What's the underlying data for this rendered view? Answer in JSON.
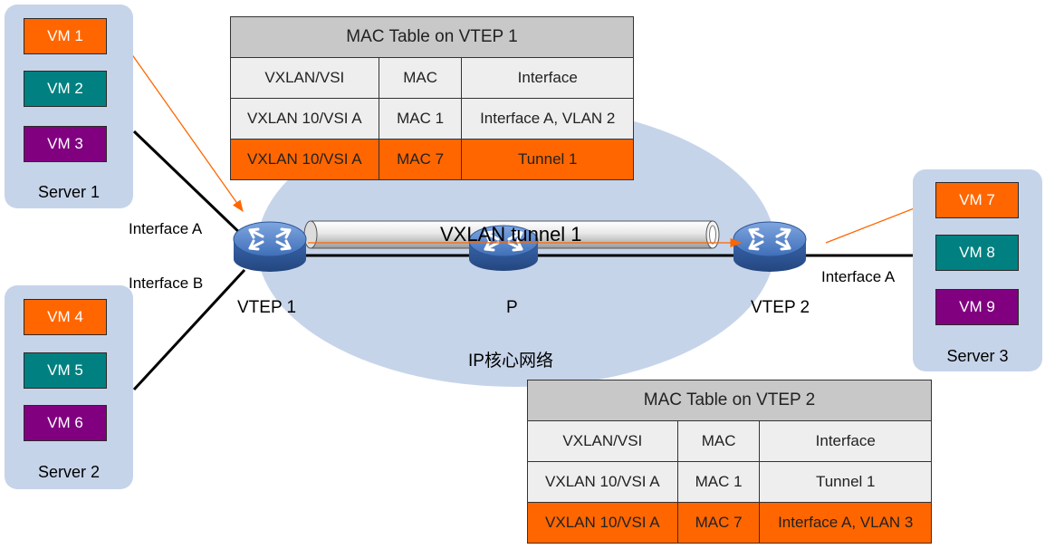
{
  "colors": {
    "vm_orange": "#ff6600",
    "vm_teal": "#008080",
    "vm_purple": "#800080",
    "server_bg": "#c6d4ea",
    "ip_core_cloud": "#c6d4ea",
    "table_title_bg": "#c8c8c8",
    "table_cell_bg": "#eeeeee",
    "table_highlight_bg": "#ff6600",
    "device_blue": "#4f7fc8",
    "arrow": "#ff6600"
  },
  "servers": [
    {
      "label": "Server 1",
      "vms": [
        {
          "label": "VM 1",
          "color": "orange"
        },
        {
          "label": "VM 2",
          "color": "teal"
        },
        {
          "label": "VM 3",
          "color": "purple"
        }
      ]
    },
    {
      "label": "Server 2",
      "vms": [
        {
          "label": "VM 4",
          "color": "orange"
        },
        {
          "label": "VM 5",
          "color": "teal"
        },
        {
          "label": "VM 6",
          "color": "purple"
        }
      ]
    },
    {
      "label": "Server 3",
      "vms": [
        {
          "label": "VM 7",
          "color": "orange"
        },
        {
          "label": "VM 8",
          "color": "teal"
        },
        {
          "label": "VM 9",
          "color": "purple"
        }
      ]
    }
  ],
  "devices": {
    "vtep1": {
      "label": "VTEP 1",
      "icon": "switch-icon"
    },
    "p": {
      "label": "P",
      "icon": "router-icon"
    },
    "vtep2": {
      "label": "VTEP 2",
      "icon": "switch-icon"
    }
  },
  "interfaces": {
    "vtep1_a": "Interface A",
    "vtep1_b": "Interface B",
    "vtep2_a": "Interface A"
  },
  "tunnel_label": "VXLAN tunnel 1",
  "ip_core_label": "IP核心网络",
  "mac_tables": [
    {
      "title": "MAC Table on VTEP 1",
      "headers": [
        "VXLAN/VSI",
        "MAC",
        "Interface"
      ],
      "rows": [
        {
          "vsi": "VXLAN 10/VSI A",
          "mac": "MAC 1",
          "interface": "Interface A, VLAN 2",
          "highlight": false
        },
        {
          "vsi": "VXLAN 10/VSI A",
          "mac": "MAC 7",
          "interface": "Tunnel 1",
          "highlight": true
        }
      ]
    },
    {
      "title": "MAC Table on VTEP 2",
      "headers": [
        "VXLAN/VSI",
        "MAC",
        "Interface"
      ],
      "rows": [
        {
          "vsi": "VXLAN 10/VSI A",
          "mac": "MAC 1",
          "interface": "Tunnel 1",
          "highlight": false
        },
        {
          "vsi": "VXLAN 10/VSI A",
          "mac": "MAC 7",
          "interface": "Interface A, VLAN 3",
          "highlight": true
        }
      ]
    }
  ]
}
